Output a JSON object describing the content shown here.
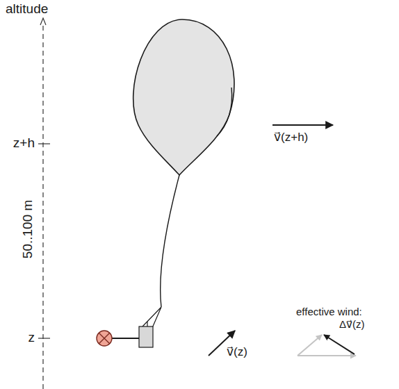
{
  "diagram": {
    "labels": [
      "altitude",
      "z+h",
      "50..100 m",
      "v⃗(z+h)",
      "v⃗(z)",
      "effective wind:",
      "Δv⃗(z)",
      "z"
    ]
  }
}
